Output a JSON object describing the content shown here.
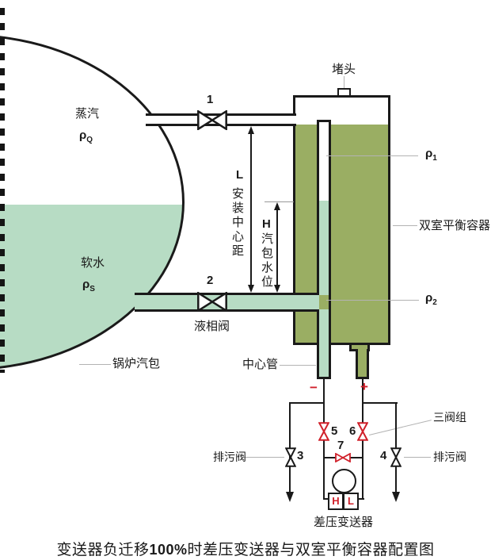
{
  "colors": {
    "olive": "#9aae63",
    "mint": "#b7dcc4",
    "red": "#d0202a",
    "line": "#1a1a1a",
    "leader": "#b3b3b3"
  },
  "drum": {
    "steam_label": "蒸汽",
    "steam_rho_sym": "ρ",
    "steam_rho_sub": "Q",
    "water_label": "软水",
    "water_rho_sym": "ρ",
    "water_rho_sub": "S",
    "name_label": "锅炉汽包"
  },
  "valves": {
    "v1": "1",
    "v2": "2",
    "v3": "3",
    "v4": "4",
    "v5": "5",
    "v6": "6",
    "v7": "7",
    "liquid_valve_label": "液相阀",
    "three_valve_group_label": "三阀组",
    "drain_left_label": "排污阀",
    "drain_right_label": "排污阀"
  },
  "dimensions": {
    "L_symbol": "L",
    "L_text": "安装中心距",
    "H_symbol": "H",
    "H_text": "汽包水位"
  },
  "vessel": {
    "plug_label": "堵头",
    "name_label": "双室平衡容器",
    "rho1_sym": "ρ",
    "rho1_sub": "1",
    "rho2_sym": "ρ",
    "rho2_sub": "2",
    "center_tube_label": "中心管",
    "minus_sign": "−",
    "plus_sign": "+"
  },
  "transmitter": {
    "high_port": "H",
    "low_port": "L",
    "label": "差压变送器"
  },
  "title": {
    "prefix": "变送器负迁移",
    "bold": "100%",
    "suffix": "时差压变送器与双室平衡容器配置图"
  }
}
